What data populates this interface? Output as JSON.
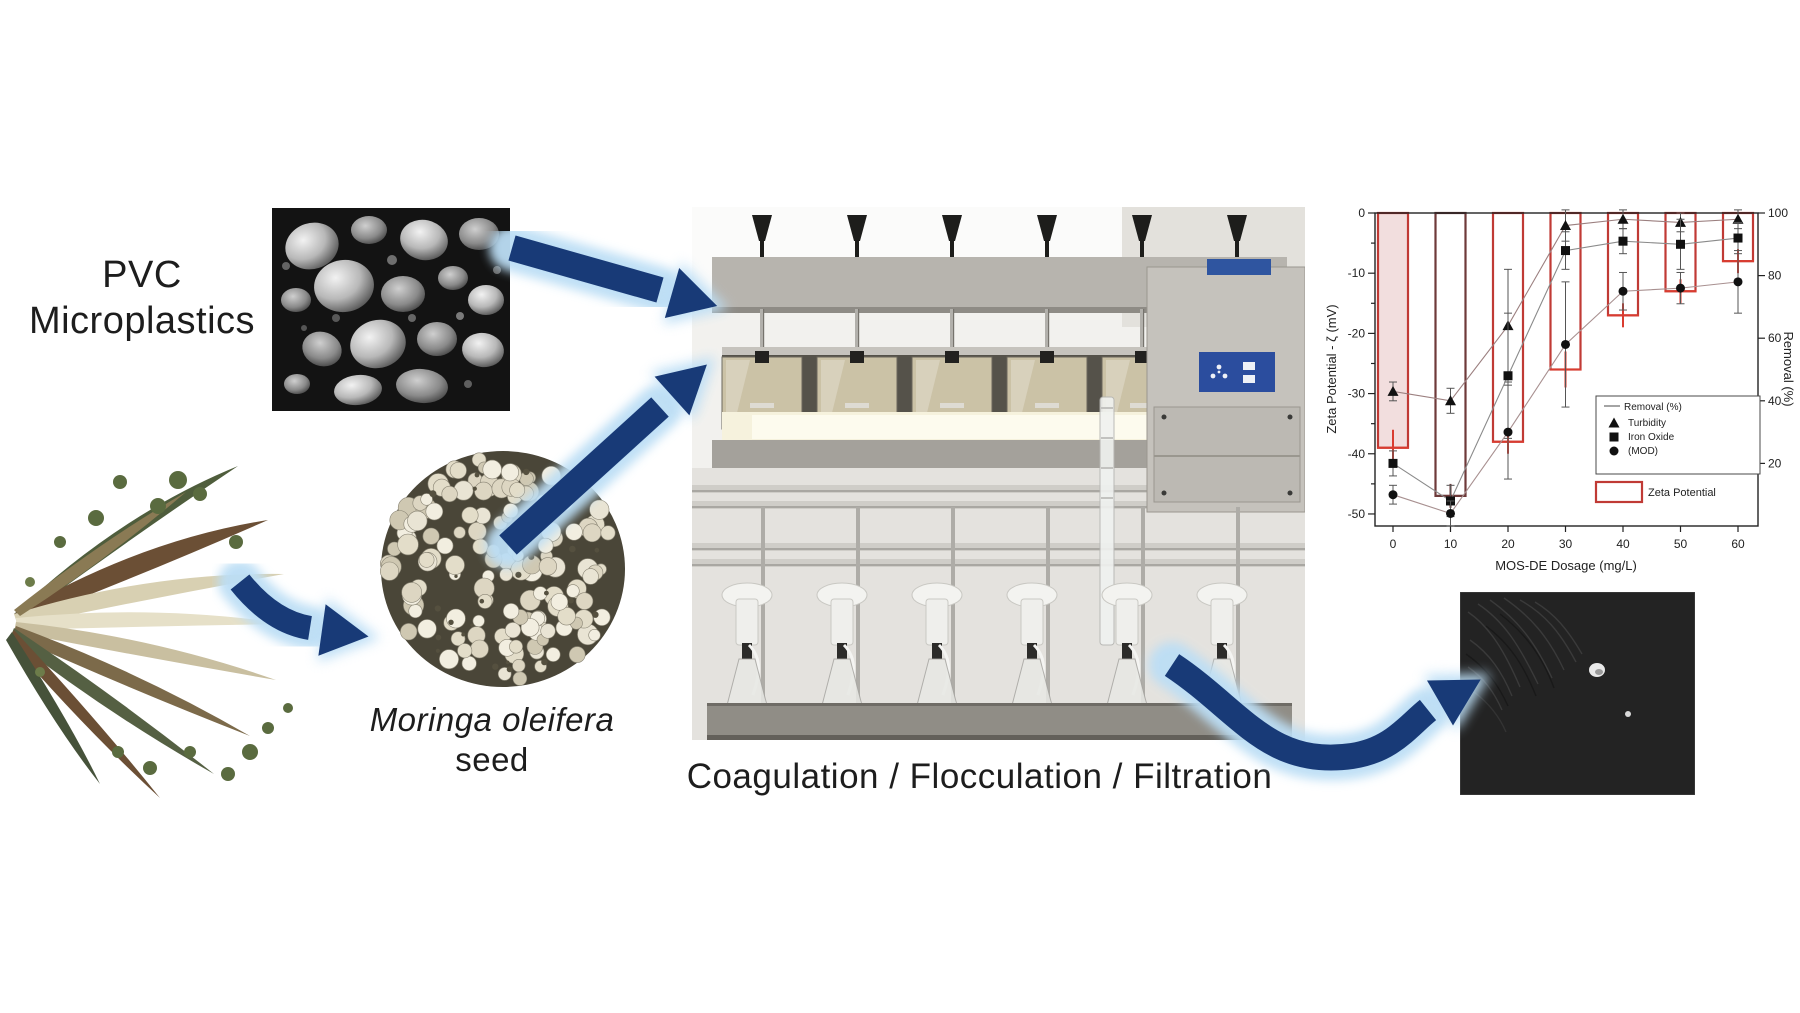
{
  "labels": {
    "pvc_line1": "PVC",
    "pvc_line2": "Microplastics",
    "moringa_line1": "Moringa oleifera",
    "moringa_line2": "seed",
    "process": "Coagulation / Flocculation / Filtration"
  },
  "images": {
    "pvc_sem": "sem-micrograph-pvc-microplastic-particles",
    "moringa_pods": "moringa-oleifera-dried-pods",
    "moringa_seeds": "moringa-oleifera-seed-cluster",
    "jar_test": "jar-test-coagulation-flocculation-filtration-apparatus",
    "filtered_sem": "sem-micrograph-filter-membrane-after-treatment"
  },
  "colors": {
    "text": "#1d1d1d",
    "arrow": "#183a77",
    "arrow_glow": "#bcdef5",
    "photo_gray": "#b7b4ae",
    "panel_blue": "#2b4d9e"
  },
  "chart_data": {
    "type": "bar+scatter",
    "x": [
      0,
      10,
      20,
      30,
      40,
      50,
      60
    ],
    "xlabel": "MOS-DE Dosage (mg/L)",
    "ylabel_left": "Zeta Potential - ζ (mV)",
    "ylabel_right": "Removal (%)",
    "ylim_left": [
      -52,
      0
    ],
    "ylim_right": [
      0,
      100
    ],
    "yticks_left": [
      0,
      -10,
      -20,
      -30,
      -40,
      -50
    ],
    "yticks_right": [
      100,
      80,
      60,
      40,
      20
    ],
    "grid": false,
    "bar_color": "#c03a35",
    "bar_alt_color": "#6e3a3a",
    "bar_fill_first": "#f2dede",
    "error_color": "#d93c30",
    "bars": {
      "name": "Zeta Potential",
      "values": [
        -39,
        -47,
        -38,
        -26,
        -17,
        -13,
        -8
      ],
      "errors": [
        3,
        2,
        2,
        3,
        2,
        2,
        2
      ]
    },
    "series": [
      {
        "name": "Turbidity",
        "marker": "triangle",
        "line_color": "#9b7f7f",
        "values": [
          43,
          40,
          64,
          96,
          98,
          97,
          98
        ],
        "errors": [
          3,
          4,
          18,
          5,
          3,
          3,
          3
        ]
      },
      {
        "name": "Iron Oxide",
        "marker": "square",
        "line_color": "#8a8a8a",
        "values": [
          20,
          8,
          48,
          88,
          91,
          90,
          92
        ],
        "errors": [
          4,
          5,
          20,
          6,
          4,
          8,
          5
        ]
      },
      {
        "name": "(MOD)",
        "marker": "circle",
        "line_color": "#a89090",
        "values": [
          10,
          4,
          30,
          58,
          75,
          76,
          78
        ],
        "errors": [
          3,
          4,
          15,
          20,
          6,
          5,
          10
        ]
      }
    ],
    "legend": {
      "title": "Removal (%)",
      "bar_label": "Zeta Potential",
      "position": "inside-right-bottom"
    }
  }
}
